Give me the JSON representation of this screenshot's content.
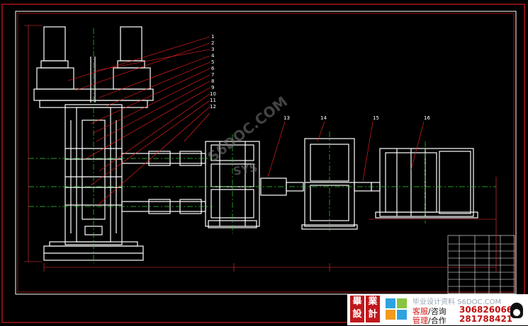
{
  "part_numbers": [
    "1",
    "2",
    "3",
    "4",
    "5",
    "6",
    "7",
    "8",
    "9",
    "10",
    "11",
    "12",
    "13",
    "14",
    "15",
    "16"
  ],
  "watermark": "S6DOC.COM",
  "watermark_alt": "SYS",
  "colors": {
    "background": "#000000",
    "outline": "#ff2020",
    "drawing": "#ffffff",
    "centerline": "#2dd62d",
    "dimension": "#ff3030",
    "leader": "#ff2020",
    "watermark": "#7a7a7a"
  },
  "promo": {
    "logo_chars": [
      "畢",
      "業",
      "設",
      "計"
    ],
    "site": "毕业设计资料 S6DOC.COM",
    "service_label": "客服",
    "consult_label": "/咨询",
    "service_number": "306826066",
    "manage_label": "管理",
    "coop_label": "/合作",
    "manage_number": "281788421"
  }
}
